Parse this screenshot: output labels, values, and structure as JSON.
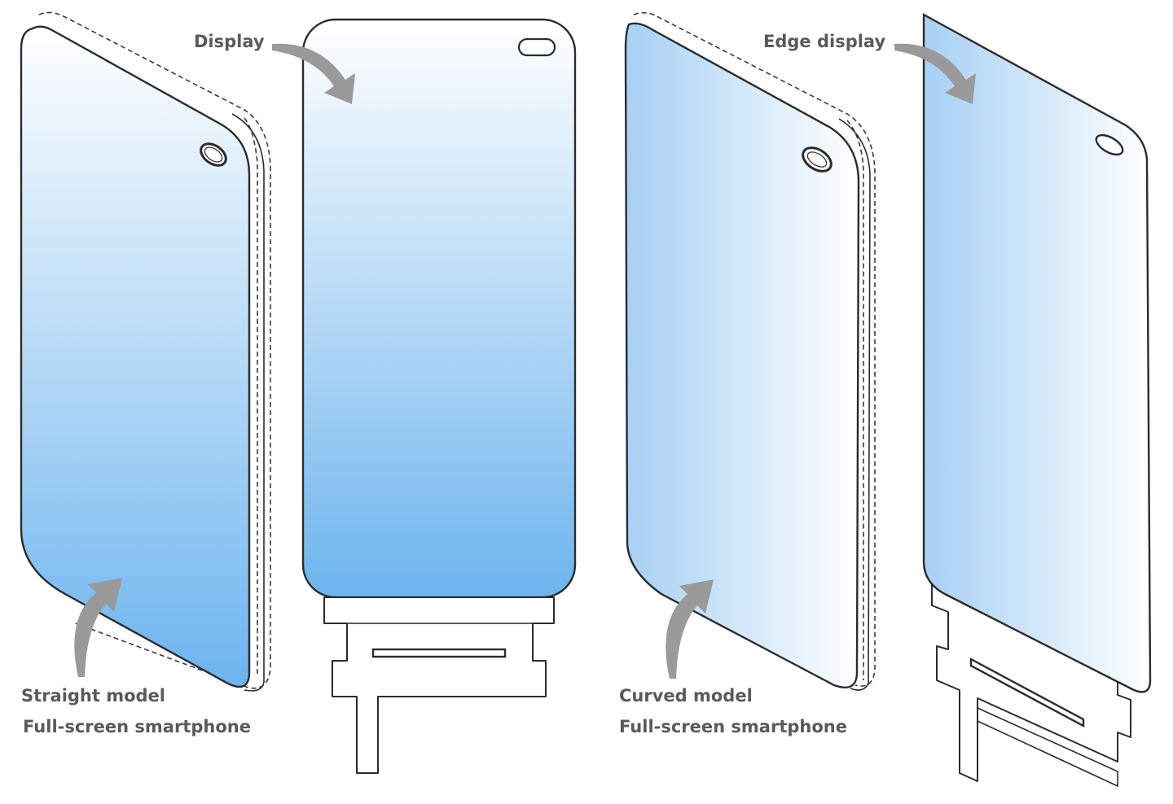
{
  "labels": {
    "display": "Display",
    "edge_display": "Edge display",
    "straight_model": "Straight model",
    "straight_subtitle": "Full-screen smartphone",
    "curved_model": "Curved model",
    "curved_subtitle": "Full-screen smartphone"
  },
  "colors": {
    "screen_light": "#ffffff",
    "screen_blue": "#6cb4ee",
    "outline": "#2b2b2b",
    "arrow_gray": "#9a9a9a",
    "label_gray": "#5a5a5a"
  },
  "icons": {
    "display_arrow": "curved-arrow-icon",
    "edge_display_arrow": "curved-arrow-icon",
    "straight_arrow": "curved-arrow-icon",
    "curved_arrow": "curved-arrow-icon",
    "camera_hole": "punch-hole-camera-icon"
  }
}
